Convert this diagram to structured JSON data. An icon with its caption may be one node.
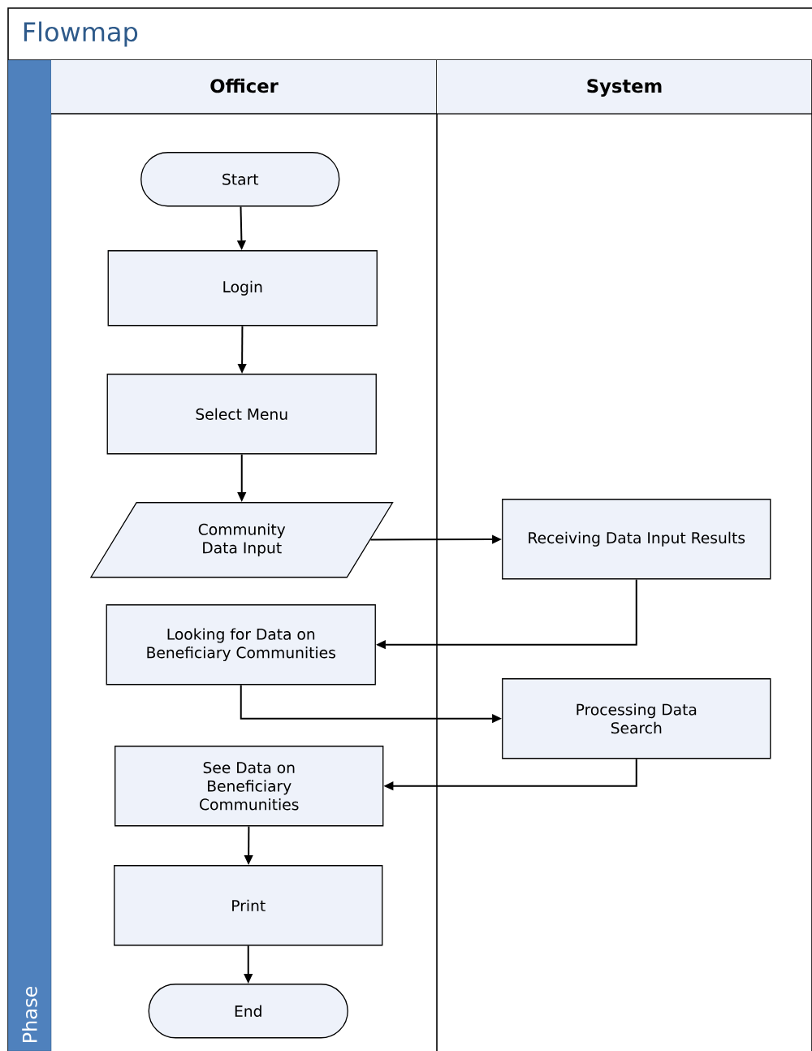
{
  "diagram": {
    "title": "Flowmap",
    "nodes": [
      {
        "text": [
          "Phase"
        ]
      },
      {
        "text": [
          "Officer"
        ]
      },
      {
        "text": [
          "System"
        ]
      },
      {
        "text": [
          "Start"
        ],
        "in": 1
      },
      {
        "text": [
          "Login"
        ],
        "in": 1
      },
      {
        "text": [
          "Select Menu"
        ],
        "in": 1
      },
      {
        "text": [
          "Community Data Input"
        ],
        "in": 1
      },
      {
        "text": [
          "Receiving Data Input Results"
        ],
        "in": 2
      },
      {
        "text": [
          "Looking for Data on Beneficiary Communities"
        ],
        "in": 1
      },
      {
        "text": [
          "Processing Data Search"
        ],
        "in": 2
      },
      {
        "text": [
          "See Data on Beneficiary Communities"
        ],
        "in": 1
      },
      {
        "text": [
          "Print"
        ],
        "in": 1
      },
      {
        "text": [
          "End"
        ],
        "in": 1
      }
    ],
    "edges": [
      {
        "from": 3,
        "to": 4,
        "arrow": "to"
      },
      {
        "from": 4,
        "to": 5,
        "arrow": "to"
      },
      {
        "from": 5,
        "to": 6,
        "arrow": "to"
      },
      {
        "from": 6,
        "to": 7,
        "arrow": "to"
      },
      {
        "from": 7,
        "to": 8,
        "arrow": "to"
      },
      {
        "from": 8,
        "to": 9,
        "arrow": "to"
      },
      {
        "from": 9,
        "to": 10,
        "arrow": "to"
      },
      {
        "from": 10,
        "to": 11,
        "arrow": "to"
      },
      {
        "from": 11,
        "to": 12,
        "arrow": "to"
      }
    ]
  }
}
